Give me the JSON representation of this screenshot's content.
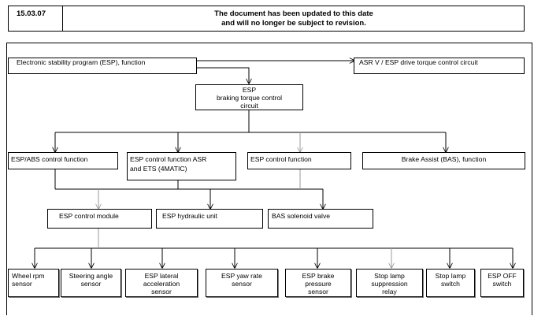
{
  "header": {
    "date": "15.03.07",
    "notice_line1": "The document has been updated to this date",
    "notice_line2": "and will no longer be subject to revision."
  },
  "diagram": {
    "top_left_box": "Electronic stability program (ESP), function",
    "top_right_box": "ASR V / ESP drive torque control circuit",
    "center_box": {
      "line1": "ESP",
      "line2": "braking torque control",
      "line3": "circuit"
    },
    "functions": [
      {
        "line1": "ESP/ABS control function"
      },
      {
        "line1": "ESP control function ASR",
        "line2": "and ETS (4MATIC)"
      },
      {
        "line1": "ESP control function"
      },
      {
        "line1": "Brake Assist (BAS), function"
      }
    ],
    "modules": [
      {
        "label": "ESP control module"
      },
      {
        "label": "ESP hydraulic unit"
      },
      {
        "label": "BAS solenoid valve"
      }
    ],
    "sensors": [
      {
        "line1": "Wheel rpm",
        "line2": "sensor",
        "line3": ""
      },
      {
        "line1": "Steering angle",
        "line2": "sensor",
        "line3": ""
      },
      {
        "line1": "ESP lateral",
        "line2": "acceleration",
        "line3": "sensor"
      },
      {
        "line1": "ESP yaw rate",
        "line2": "sensor",
        "line3": ""
      },
      {
        "line1": "ESP brake",
        "line2": "pressure",
        "line3": "sensor"
      },
      {
        "line1": "Stop lamp",
        "line2": "suppression",
        "line3": "relay"
      },
      {
        "line1": "Stop lamp",
        "line2": "switch",
        "line3": ""
      },
      {
        "line1": "ESP OFF",
        "line2": "switch",
        "line3": ""
      }
    ]
  }
}
